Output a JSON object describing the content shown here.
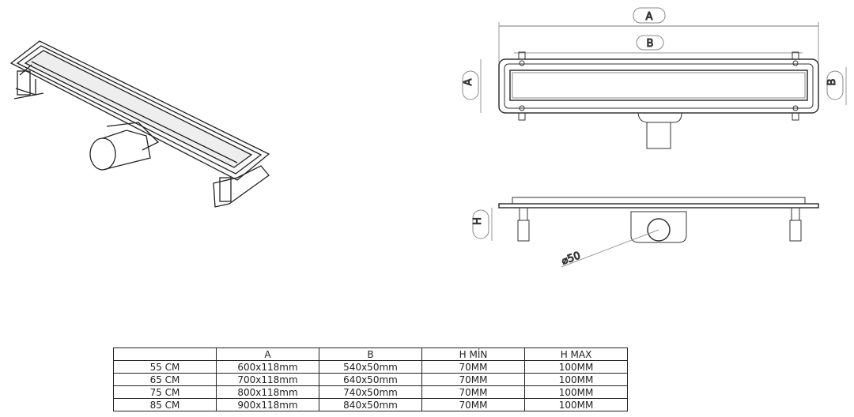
{
  "drawing": {
    "dim_labels": {
      "A": "A",
      "B": "B",
      "H": "H",
      "diameter": "⌀50"
    }
  },
  "table": {
    "headers": [
      "",
      "A",
      "B",
      "H MİN",
      "H MAX"
    ],
    "rows": [
      [
        "55 CM",
        "600x118mm",
        "540x50mm",
        "70MM",
        "100MM"
      ],
      [
        "65 CM",
        "700x118mm",
        "640x50mm",
        "70MM",
        "100MM"
      ],
      [
        "75 CM",
        "800x118mm",
        "740x50mm",
        "70MM",
        "100MM"
      ],
      [
        "85 CM",
        "900x118mm",
        "840x50mm",
        "70MM",
        "100MM"
      ]
    ]
  }
}
